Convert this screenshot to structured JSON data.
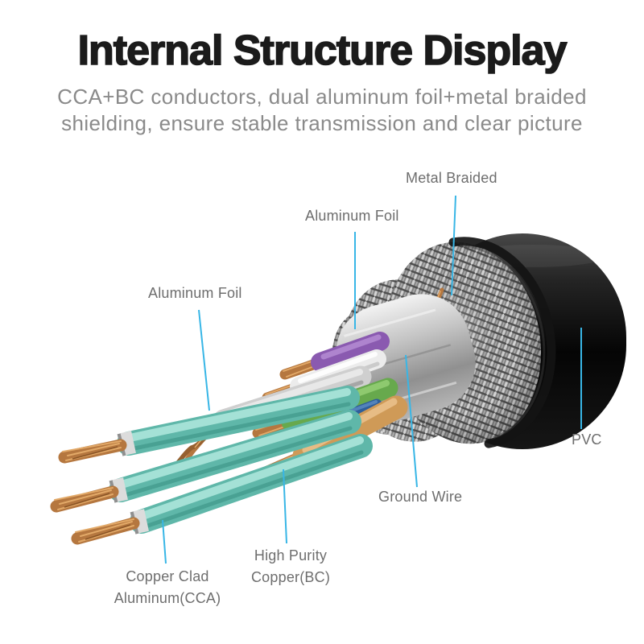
{
  "title": "Internal Structure Display",
  "subtitle_line1": "CCA+BC conductors, dual aluminum foil+metal braided",
  "subtitle_line2": "shielding, ensure stable transmission and clear picture",
  "labels": {
    "metal_braided": "Metal Braided",
    "aluminum_foil_top": "Aluminum Foil",
    "aluminum_foil_left": "Aluminum Foil",
    "pvc": "PVC",
    "ground_wire": "Ground Wire",
    "high_purity_copper": "High Purity Copper(BC)",
    "copper_clad_aluminum": "Copper Clad Aluminum(CCA)"
  },
  "colors": {
    "accent": "#38b6e6",
    "title_text": "#1b1b1b",
    "subtitle_text": "#8a8a8a",
    "label_text": "#6e6e6e",
    "pvc_jacket": "#0a0a0a",
    "braid_silver": "#8a8a8a",
    "foil_silver": "#c4c4c4",
    "copper": "#b5773f",
    "teal": "#5fb7a9",
    "purple": "#8a5ab0",
    "white_wire": "#ececec",
    "green": "#67a94d",
    "orange": "#cf9a57",
    "blue": "#2e5f9b"
  }
}
